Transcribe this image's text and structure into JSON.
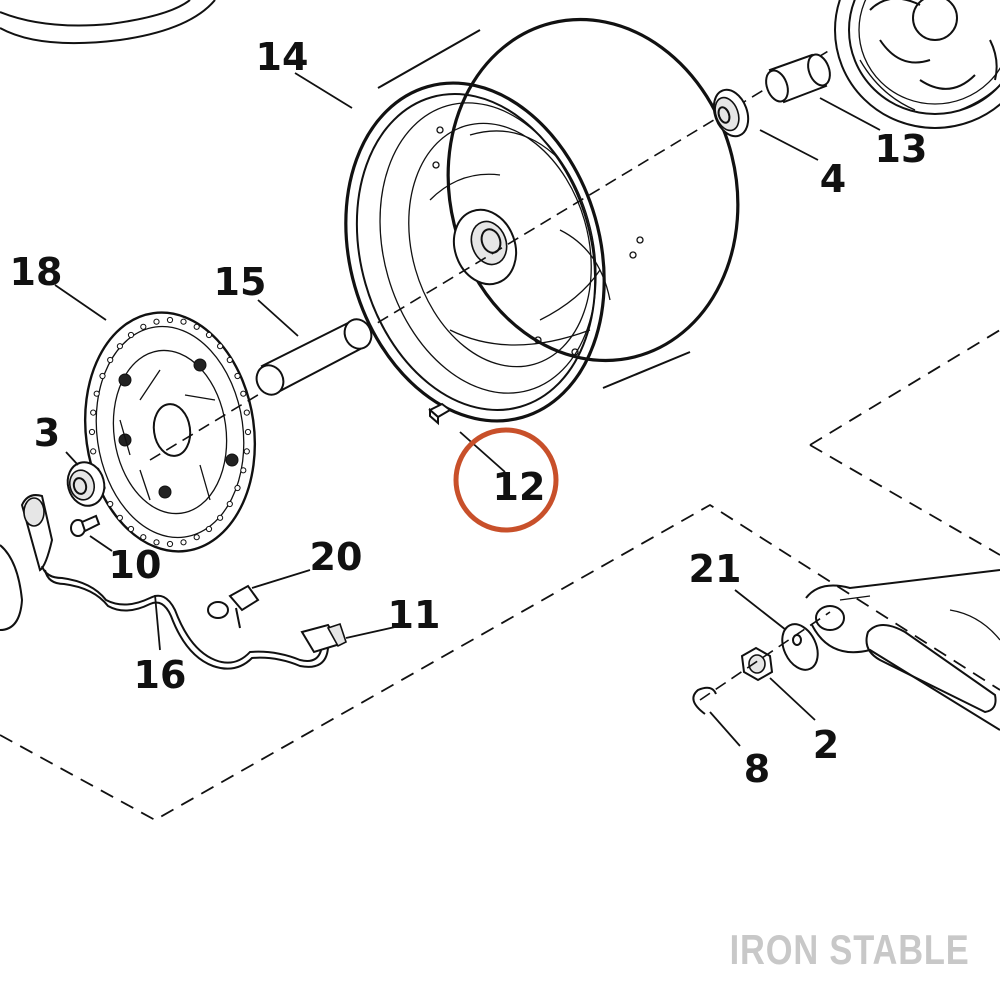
{
  "callouts": [
    {
      "id": "14",
      "text": "14"
    },
    {
      "id": "13",
      "text": "13"
    },
    {
      "id": "4",
      "text": "4"
    },
    {
      "id": "18",
      "text": "18"
    },
    {
      "id": "15",
      "text": "15"
    },
    {
      "id": "3",
      "text": "3"
    },
    {
      "id": "12",
      "text": "12"
    },
    {
      "id": "10",
      "text": "10"
    },
    {
      "id": "20",
      "text": "20"
    },
    {
      "id": "11",
      "text": "11"
    },
    {
      "id": "16",
      "text": "16"
    },
    {
      "id": "21",
      "text": "21"
    },
    {
      "id": "2",
      "text": "2"
    },
    {
      "id": "8",
      "text": "8"
    }
  ],
  "highlight": {
    "callout": "12",
    "color": "#c8502a"
  },
  "watermark": "IRON STABLE"
}
